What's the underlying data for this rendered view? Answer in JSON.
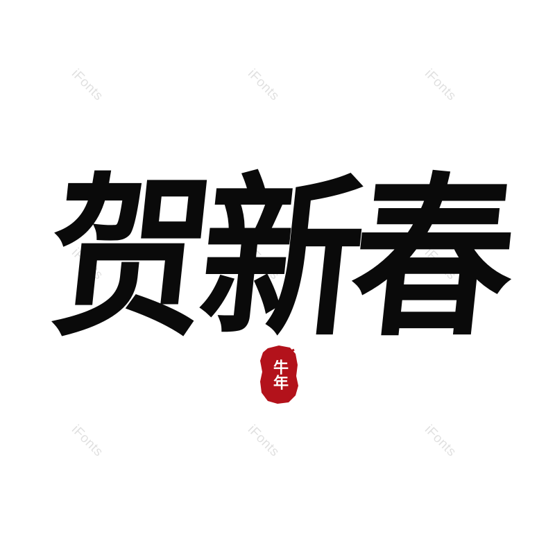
{
  "watermark": {
    "text": "iFonts",
    "color": "#000000"
  },
  "artwork": {
    "title": "贺新春",
    "ink_color": "#0a0a0a"
  },
  "seal": {
    "text": "牛年",
    "color": "#b3121b"
  }
}
